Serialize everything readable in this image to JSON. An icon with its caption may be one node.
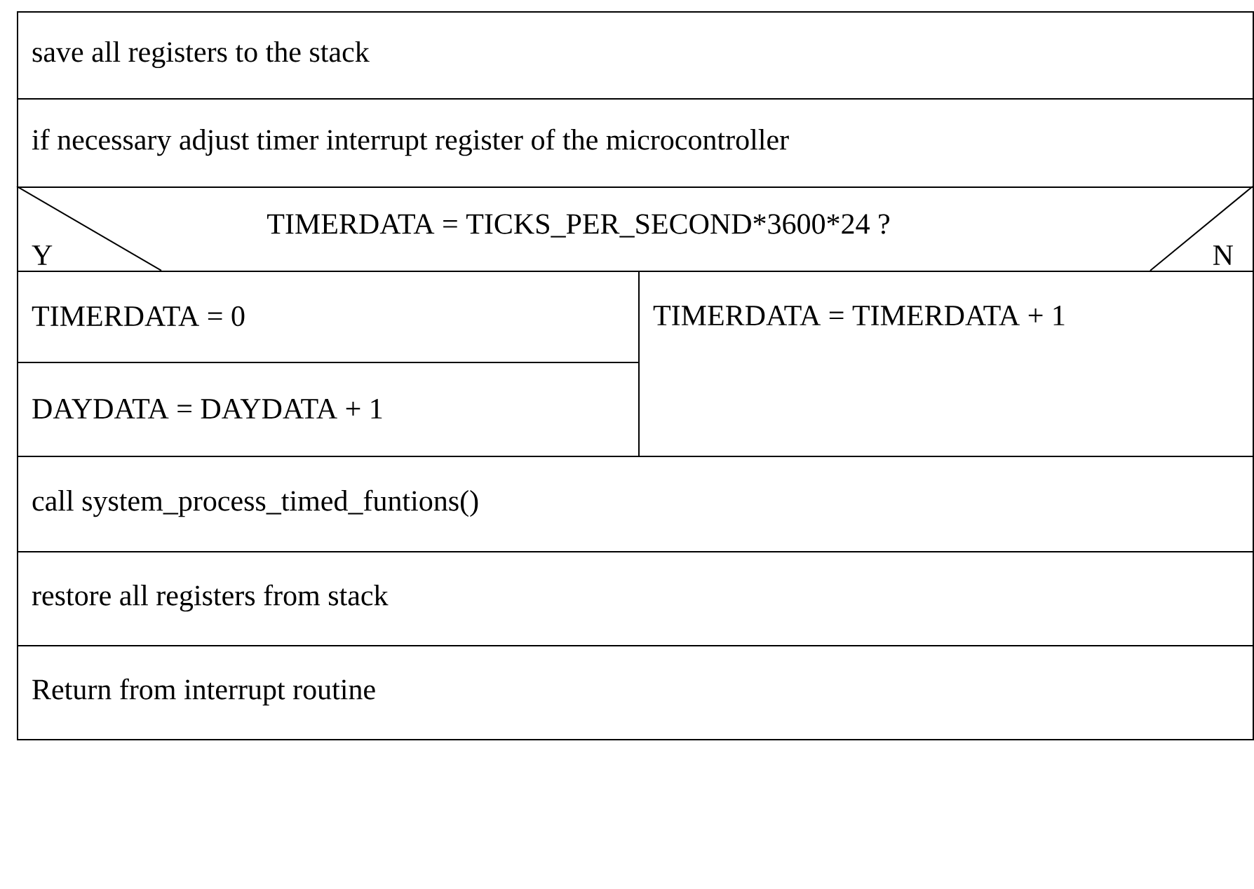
{
  "diagram": {
    "nodes": [
      {
        "text": [
          "save all registers to the stack"
        ]
      },
      {
        "text": [
          "if necessary adjust timer interrupt register of the microcontroller"
        ]
      },
      {
        "text": [
          "TIMERDATA = TICKS_PER_SECOND*3600*24 ?"
        ]
      },
      {
        "text": [
          "TIMERDATA = 0"
        ]
      },
      {
        "text": [
          "DAYDATA = DAYDATA + 1"
        ]
      },
      {
        "text": [
          "TIMERDATA = TIMERDATA + 1"
        ]
      },
      {
        "text": [
          "call system_process_timed_funtions()"
        ]
      },
      {
        "text": [
          "restore all registers from stack"
        ]
      },
      {
        "text": [
          "Return from interrupt routine"
        ]
      }
    ],
    "labels": [
      "Y",
      "N"
    ]
  }
}
